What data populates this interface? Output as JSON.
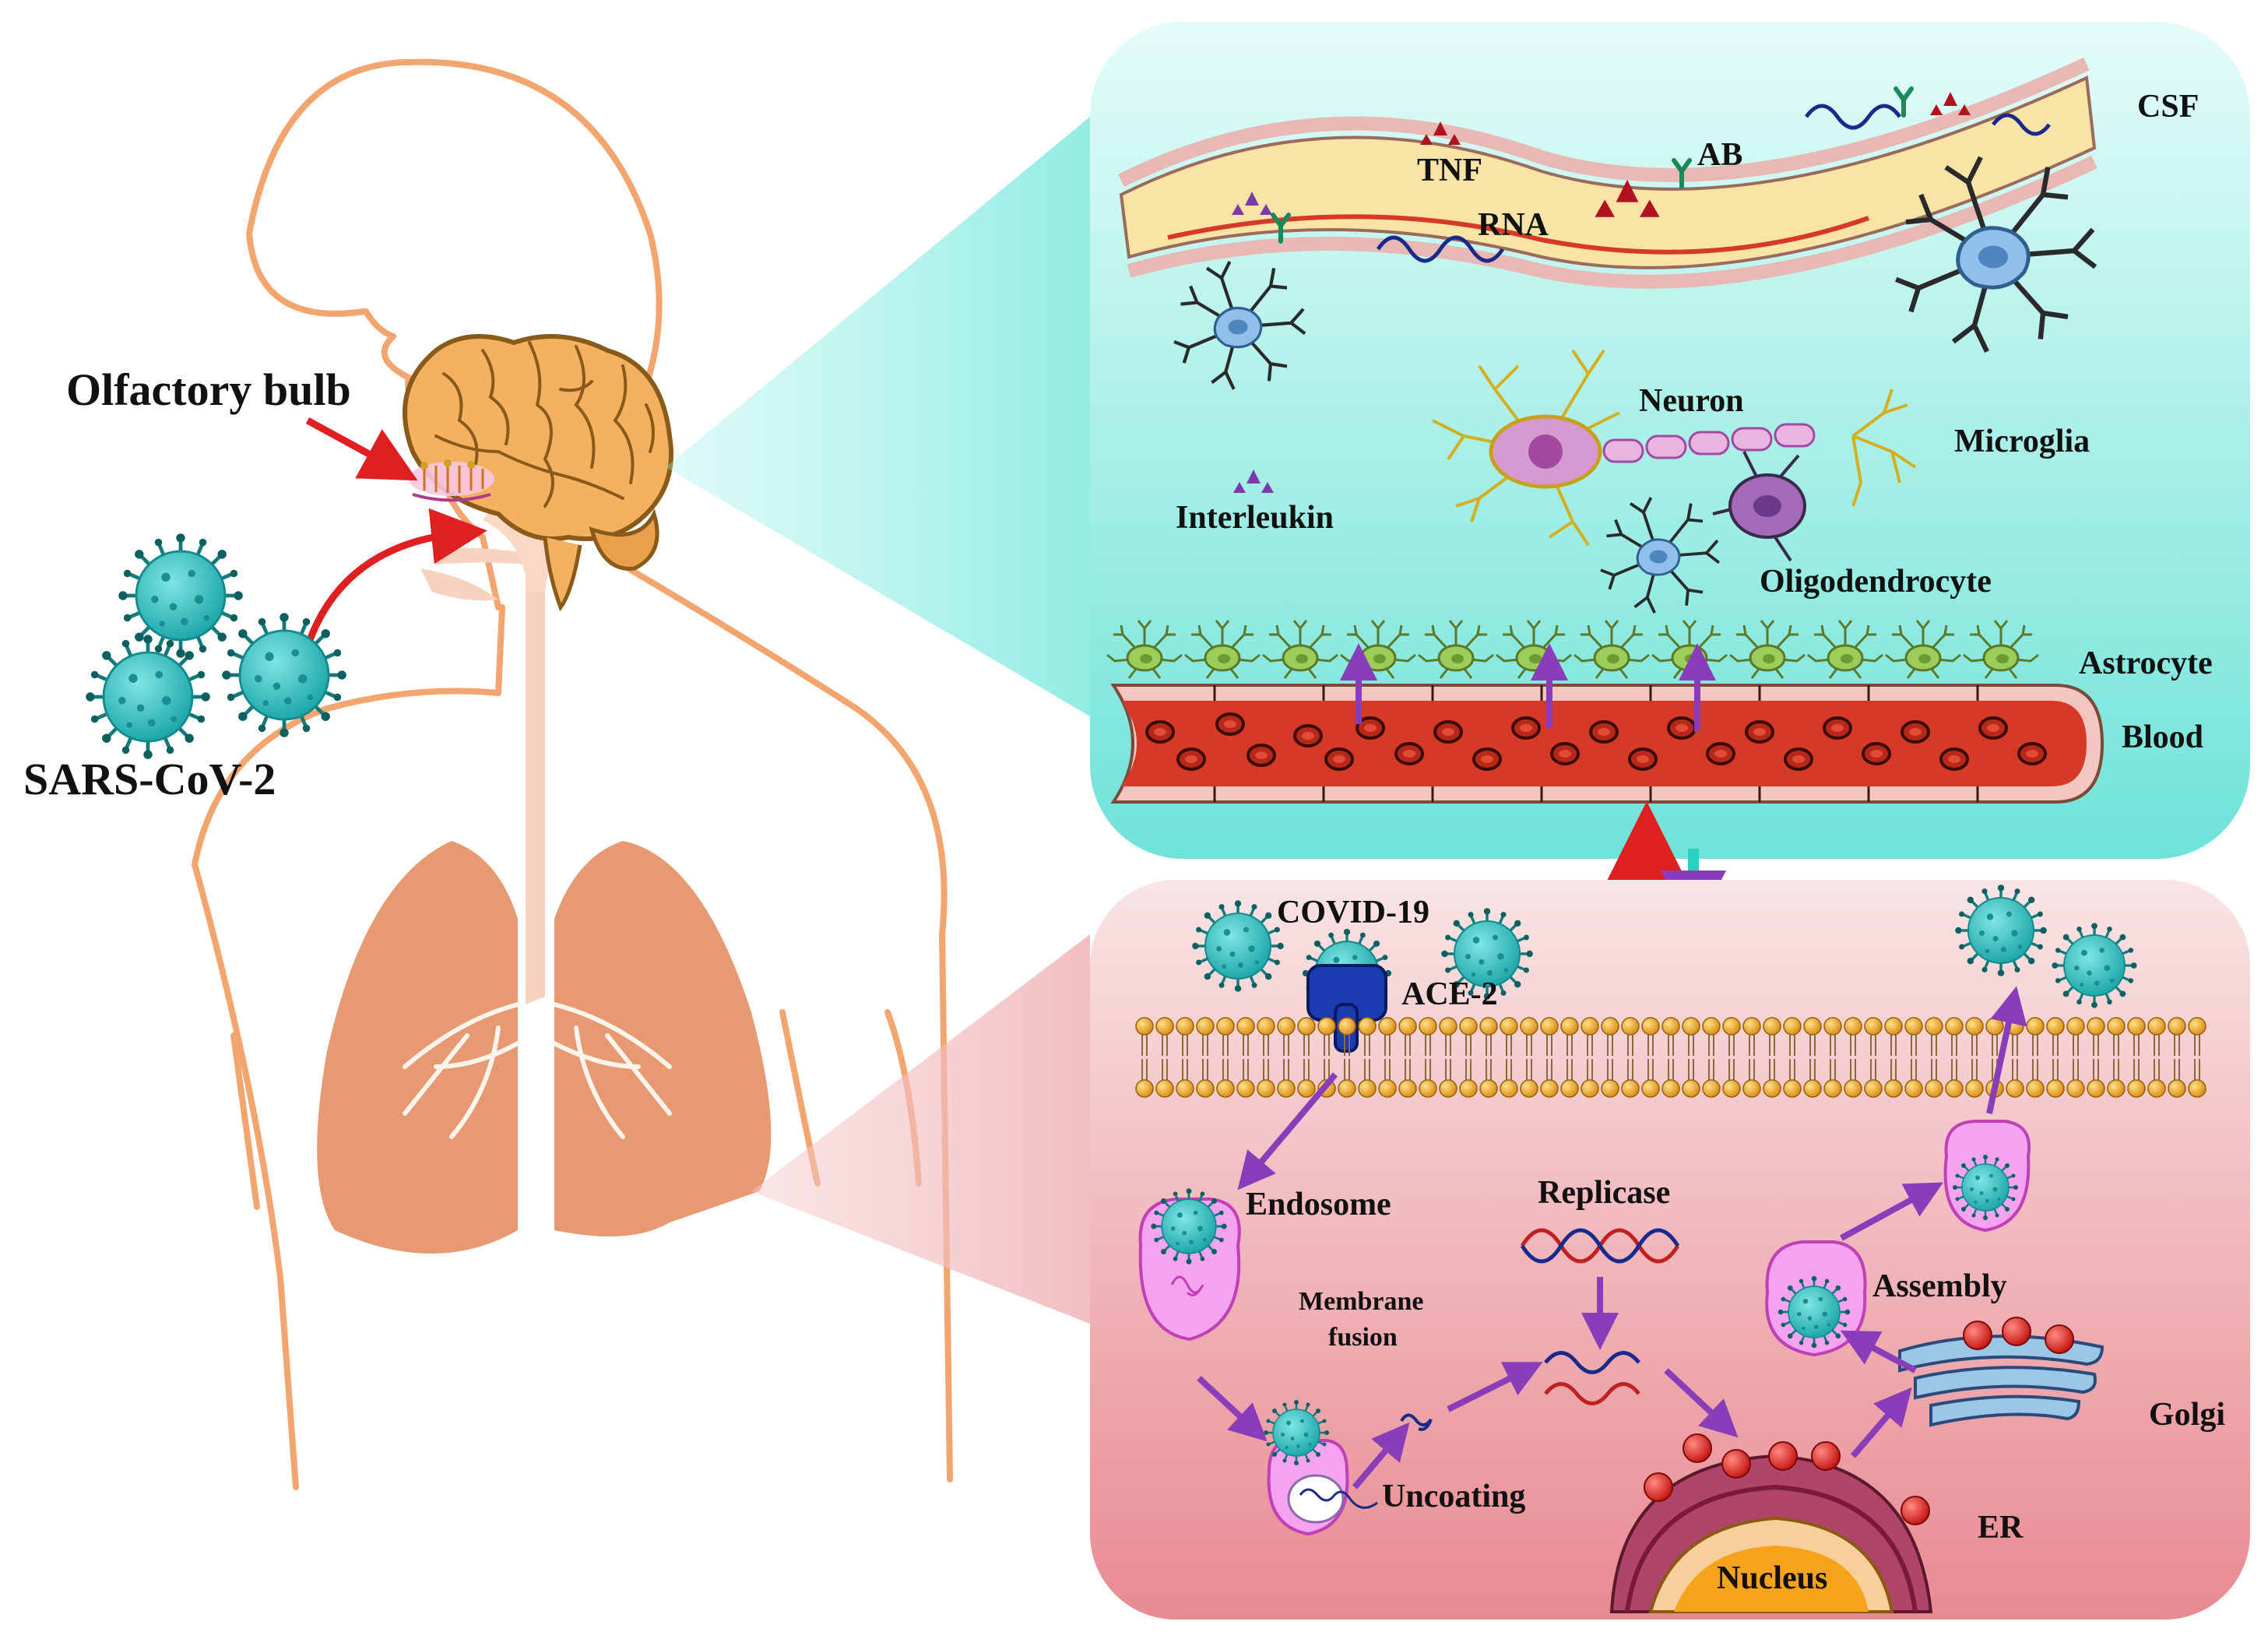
{
  "labels": {
    "olfactory_bulb": "Olfactory bulb",
    "sars_cov_2": "SARS-CoV-2",
    "csf": "CSF",
    "tnf": "TNF",
    "rna": "RNA",
    "ab": "AB",
    "neuron": "Neuron",
    "microglia": "Microglia",
    "interleukin": "Interleukin",
    "oligodendrocyte": "Oligodendrocyte",
    "astrocyte": "Astrocyte",
    "blood": "Blood",
    "covid19": "COVID-19",
    "ace2": "ACE-2",
    "endosome": "Endosome",
    "replicase": "Replicase",
    "membrane_fusion_line1": "Membrane",
    "membrane_fusion_line2": "fusion",
    "assembly": "Assembly",
    "golgi": "Golgi",
    "uncoating": "Uncoating",
    "er": "ER",
    "nucleus": "Nucleus"
  },
  "colors": {
    "skin_outline": "#f2a56f",
    "lung": "#e79a72",
    "trachea": "#f7d3bf",
    "brain": "#f4b15f",
    "virus": "#2ab7b7",
    "virus_dark": "#127a7a",
    "panel_top_light": "#d9fbf5",
    "panel_top_dark": "#6fe6dc",
    "panel_bottom_light": "#f8e0e2",
    "panel_bottom_dark": "#e98a90",
    "vessel_fill": "#f9e3a6",
    "blood_red": "#d63a26",
    "arrow_red": "#e02020",
    "arrow_purple": "#8a3db8",
    "membrane_head": "#f0a830"
  }
}
